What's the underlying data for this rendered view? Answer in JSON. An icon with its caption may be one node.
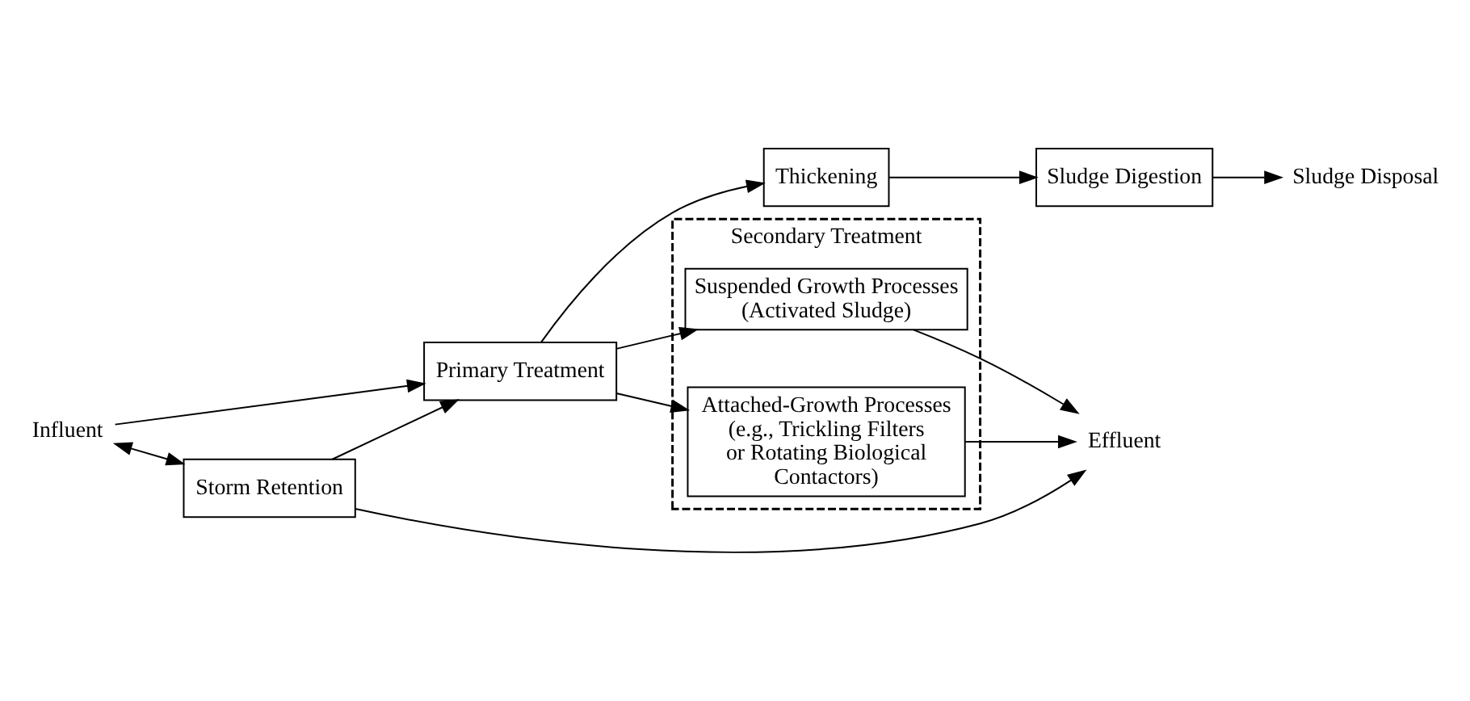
{
  "diagram": {
    "nodes": [
      {
        "text": [
          "Influent"
        ]
      },
      {
        "text": [
          "Storm Retention"
        ]
      },
      {
        "text": [
          "Primary Treatment"
        ]
      },
      {
        "text": [
          "Secondary Treatment"
        ]
      },
      {
        "text": [
          "Suspended Growth Processes (Activated Sludge)"
        ],
        "in": 3
      },
      {
        "text": [
          "Attached-Growth Processes (e.g., Trickling Filters or Rotating Biological Contactors)"
        ],
        "in": 3
      },
      {
        "text": [
          "Effluent"
        ]
      },
      {
        "text": [
          "Thickening"
        ]
      },
      {
        "text": [
          "Sludge Digestion"
        ]
      },
      {
        "text": [
          "Sludge Disposal"
        ]
      }
    ],
    "edges": [
      {
        "from": 0,
        "to": 2,
        "arrow": "to"
      },
      {
        "from": 0,
        "to": 1,
        "arrow": "both"
      },
      {
        "from": 1,
        "to": 2,
        "arrow": "to"
      },
      {
        "from": 2,
        "to": 4,
        "arrow": "to"
      },
      {
        "from": 2,
        "to": 5,
        "arrow": "to"
      },
      {
        "from": 4,
        "to": 6,
        "arrow": "to"
      },
      {
        "from": 5,
        "to": 6,
        "arrow": "to"
      },
      {
        "from": 1,
        "to": 6,
        "arrow": "to"
      },
      {
        "from": 2,
        "to": 7,
        "arrow": "to"
      },
      {
        "from": 7,
        "to": 8,
        "arrow": "to"
      },
      {
        "from": 8,
        "to": 9,
        "arrow": "to"
      }
    ]
  }
}
